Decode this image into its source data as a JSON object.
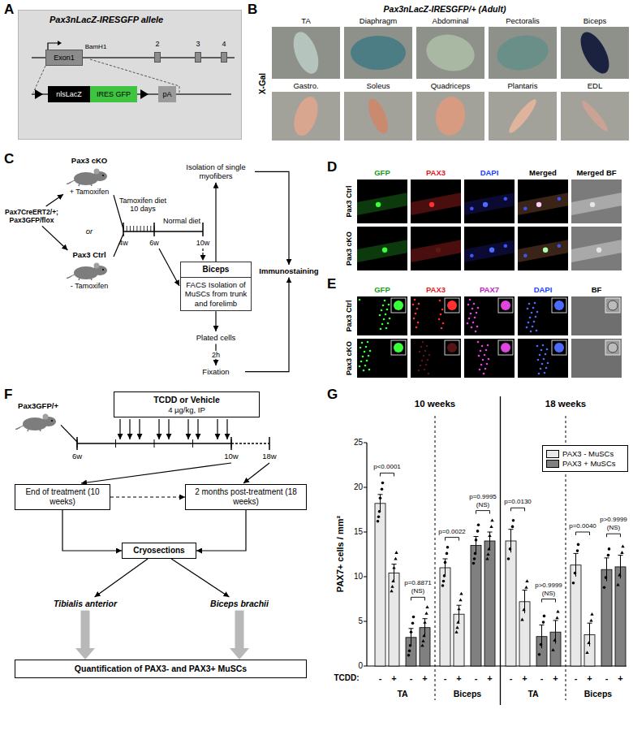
{
  "diagram": {
    "nodes": [
      {
        "text": [
          "Pax3nLacZ-IRESGFP allele"
        ]
      },
      {
        "text": [
          "Exon1"
        ],
        "in": 0
      },
      {
        "text": [
          "2"
        ],
        "in": 0
      },
      {
        "text": [
          "3"
        ],
        "in": 0
      },
      {
        "text": [
          "4"
        ],
        "in": 0
      },
      {
        "text": [
          "nlsLacZ"
        ],
        "in": 0
      },
      {
        "text": [
          "IRES GFP"
        ],
        "in": 0
      },
      {
        "text": [
          "pA"
        ],
        "in": 0
      },
      {
        "text": [
          "Pax7CreERT2/+; Pax3GFP/flox"
        ]
      },
      {
        "text": [
          "Pax3 cKO",
          "+ Tamoxifen"
        ]
      },
      {
        "text": [
          "Pax3 Ctrl",
          "- Tamoxifen"
        ]
      },
      {
        "text": [
          "Isolation of single myofibers"
        ]
      },
      {
        "text": [
          "Biceps"
        ]
      },
      {
        "text": [
          "FACS Isolation of MuSCs from trunk and forelimb"
        ]
      },
      {
        "text": [
          "Immunostaining"
        ]
      },
      {
        "text": [
          "Plated cells"
        ]
      },
      {
        "text": [
          "Fixation"
        ]
      },
      {
        "text": [
          "Pax3GFP/+"
        ]
      },
      {
        "text": [
          "TCDD or Vehicle",
          "4 µg/kg, IP"
        ]
      },
      {
        "text": [
          "End of treatment (10 weeks)"
        ]
      },
      {
        "text": [
          "2 months post-treatment (18 weeks)"
        ]
      },
      {
        "text": [
          "Cryosections"
        ]
      },
      {
        "text": [
          "Tibialis anterior"
        ]
      },
      {
        "text": [
          "Biceps brachii"
        ]
      },
      {
        "text": [
          "Quantification of PAX3- and PAX3+ MuSCs"
        ]
      }
    ],
    "edges": [
      {
        "from": 8,
        "to": 9,
        "arrow": "to"
      },
      {
        "from": 8,
        "to": 10,
        "arrow": "to"
      },
      {
        "from": 12,
        "to": 11,
        "arrow": "to"
      },
      {
        "from": 13,
        "to": 15,
        "arrow": "to"
      },
      {
        "from": 15,
        "to": 16,
        "label": "2h",
        "arrow": "to"
      },
      {
        "from": 11,
        "to": 14,
        "arrow": "to"
      },
      {
        "from": 16,
        "to": 14,
        "arrow": "to"
      },
      {
        "from": 19,
        "to": 20,
        "arrow": "to"
      },
      {
        "from": 19,
        "to": 21,
        "arrow": "to"
      },
      {
        "from": 20,
        "to": 21,
        "arrow": "to"
      },
      {
        "from": 21,
        "to": 22,
        "arrow": "to"
      },
      {
        "from": 21,
        "to": 23,
        "arrow": "to"
      },
      {
        "from": 22,
        "to": 24,
        "arrow": "to"
      },
      {
        "from": 23,
        "to": 24,
        "arrow": "to"
      }
    ],
    "labels": [
      "A",
      "BamH1",
      "B",
      "Pax3nLacZ-IRESGFP/+ (Adult)",
      "X-Gal",
      "TA",
      "Diaphragm",
      "Abdominal",
      "Pectoralis",
      "Biceps",
      "Gastro.",
      "Soleus",
      "Quadriceps",
      "Plantaris",
      "EDL",
      "C",
      "or",
      "Tamoxifen diet 10 days",
      "Normal diet",
      "4w",
      "6w",
      "10w",
      "D",
      "GFP",
      "PAX3",
      "DAPI",
      "Merged",
      "Merged BF",
      "Pax3 Ctrl",
      "Pax3 cKO",
      "E",
      "GFP",
      "PAX3",
      "PAX7",
      "DAPI",
      "BF",
      "Pax3 Ctrl",
      "Pax3 cKO",
      "F",
      "6w",
      "10w",
      "18w",
      "G",
      "10 weeks",
      "18 weeks",
      "PAX7+ cells / mm²",
      "0",
      "5",
      "10",
      "15",
      "20",
      "25",
      "p<0.0001",
      "p=0.8871",
      "(NS)",
      "p=0.0022",
      "p=0.9995",
      "(NS)",
      "p=0.0130",
      "p>0.9999",
      "(NS)",
      "p=0.0040",
      "p>0.9999",
      "(NS)",
      "TCDD:",
      "-",
      "+",
      "-",
      "+",
      "-",
      "+",
      "-",
      "+",
      "-",
      "+",
      "-",
      "+",
      "-",
      "+",
      "-",
      "+",
      "TA",
      "Biceps",
      "TA",
      "Biceps"
    ],
    "legend": [
      {
        "text": "PAX3 - MuSCs",
        "color": "#e8e8e8"
      },
      {
        "text": "PAX3 + MuSCs",
        "color": "#808080"
      }
    ]
  }
}
